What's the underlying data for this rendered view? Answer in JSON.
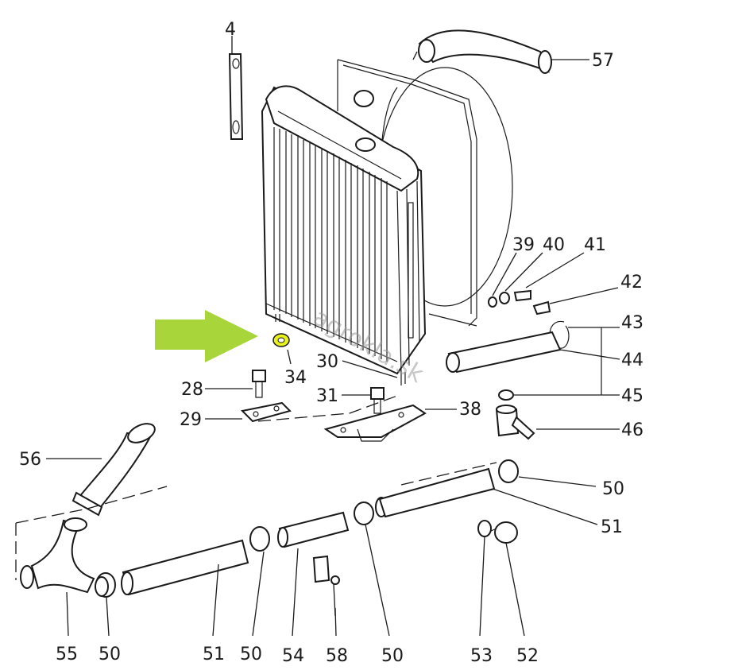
{
  "diagram": {
    "watermark": "agrokla.sk",
    "highlight_color": "#a8d63a",
    "callouts": [
      {
        "id": "c4",
        "label": "4"
      },
      {
        "id": "c57",
        "label": "57"
      },
      {
        "id": "c39",
        "label": "39"
      },
      {
        "id": "c40",
        "label": "40"
      },
      {
        "id": "c41",
        "label": "41"
      },
      {
        "id": "c42",
        "label": "42"
      },
      {
        "id": "c43",
        "label": "43"
      },
      {
        "id": "c44",
        "label": "44"
      },
      {
        "id": "c45",
        "label": "45"
      },
      {
        "id": "c46",
        "label": "46"
      },
      {
        "id": "c34",
        "label": "34"
      },
      {
        "id": "c30",
        "label": "30"
      },
      {
        "id": "c28",
        "label": "28"
      },
      {
        "id": "c31",
        "label": "31"
      },
      {
        "id": "c29",
        "label": "29"
      },
      {
        "id": "c38",
        "label": "38"
      },
      {
        "id": "c56",
        "label": "56"
      },
      {
        "id": "c50a",
        "label": "50"
      },
      {
        "id": "c51a",
        "label": "51"
      },
      {
        "id": "c55",
        "label": "55"
      },
      {
        "id": "c50b",
        "label": "50"
      },
      {
        "id": "c51b",
        "label": "51"
      },
      {
        "id": "c50c",
        "label": "50"
      },
      {
        "id": "c54",
        "label": "54"
      },
      {
        "id": "c58",
        "label": "58"
      },
      {
        "id": "c50d",
        "label": "50"
      },
      {
        "id": "c53",
        "label": "53"
      },
      {
        "id": "c52",
        "label": "52"
      }
    ]
  }
}
